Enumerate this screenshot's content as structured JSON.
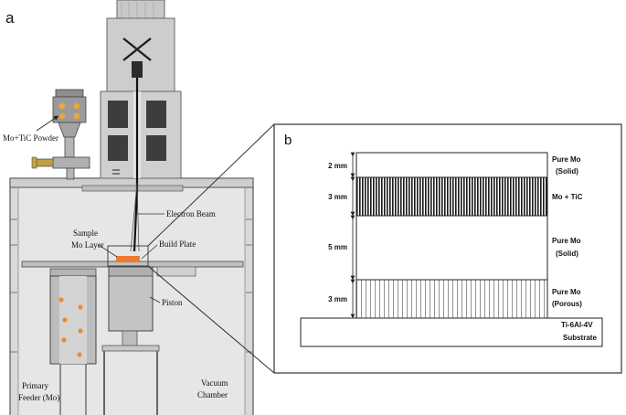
{
  "panel_a": {
    "letter": "a",
    "labels": {
      "powder": "Mo+TiC Powder",
      "electron_beam": "Electron Beam",
      "sample_line1": "Sample",
      "sample_line2": "Mo Layer",
      "build_plate": "Build Plate",
      "piston": "Piston",
      "feeder_line1": "Primary",
      "feeder_line2": "Feeder (Mo)",
      "chamber_line1": "Vacuum",
      "chamber_line2": "Chamber"
    },
    "colors": {
      "chamber_fill": "#dcdcdc",
      "column_fill": "#c9c9c9",
      "coil_fill": "#3d3d3d",
      "sample_fill": "#ee7a2f",
      "powder_dot": "#f0a63a",
      "feeder_dot": "#f08a30"
    }
  },
  "panel_b": {
    "letter": "b",
    "layers": [
      {
        "thickness": "2 mm",
        "name_line1": "Pure Mo",
        "name_line2": "(Solid)",
        "pattern": "solid"
      },
      {
        "thickness": "3 mm",
        "name_line1": "Mo + TiC",
        "name_line2": "",
        "pattern": "dense-hatch"
      },
      {
        "thickness": "5 mm",
        "name_line1": "Pure Mo",
        "name_line2": "(Solid)",
        "pattern": "solid"
      },
      {
        "thickness": "3 mm",
        "name_line1": "Pure Mo",
        "name_line2": "(Porous)",
        "pattern": "sparse-hatch"
      }
    ],
    "substrate": {
      "name_line1": "Ti-6Al-4V",
      "name_line2": "Substrate"
    }
  }
}
